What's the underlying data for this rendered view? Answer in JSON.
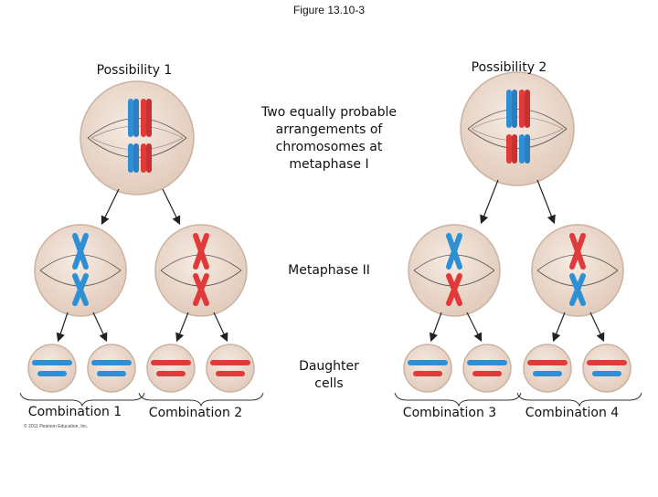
{
  "figure_label": "Figure 13.10-3",
  "possibility_1": "Possibility 1",
  "possibility_2": "Possibility 2",
  "metaphase_I_text": [
    "Two equally probable",
    "arrangements of",
    "chromosomes at",
    "metaphase I"
  ],
  "metaphase_II_text": "Metaphase II",
  "daughter_cells_text": [
    "Daughter",
    "cells"
  ],
  "combinations": [
    "Combination 1",
    "Combination 2",
    "Combination 3",
    "Combination 4"
  ],
  "copyright": "© 2011 Pearson Education, Inc.",
  "colors": {
    "maternal": "#2e8fd4",
    "paternal": "#e03a3a",
    "cell_fill": "#ecd9cc",
    "cell_edge": "#c9b3a3",
    "arrow": "#222222"
  }
}
